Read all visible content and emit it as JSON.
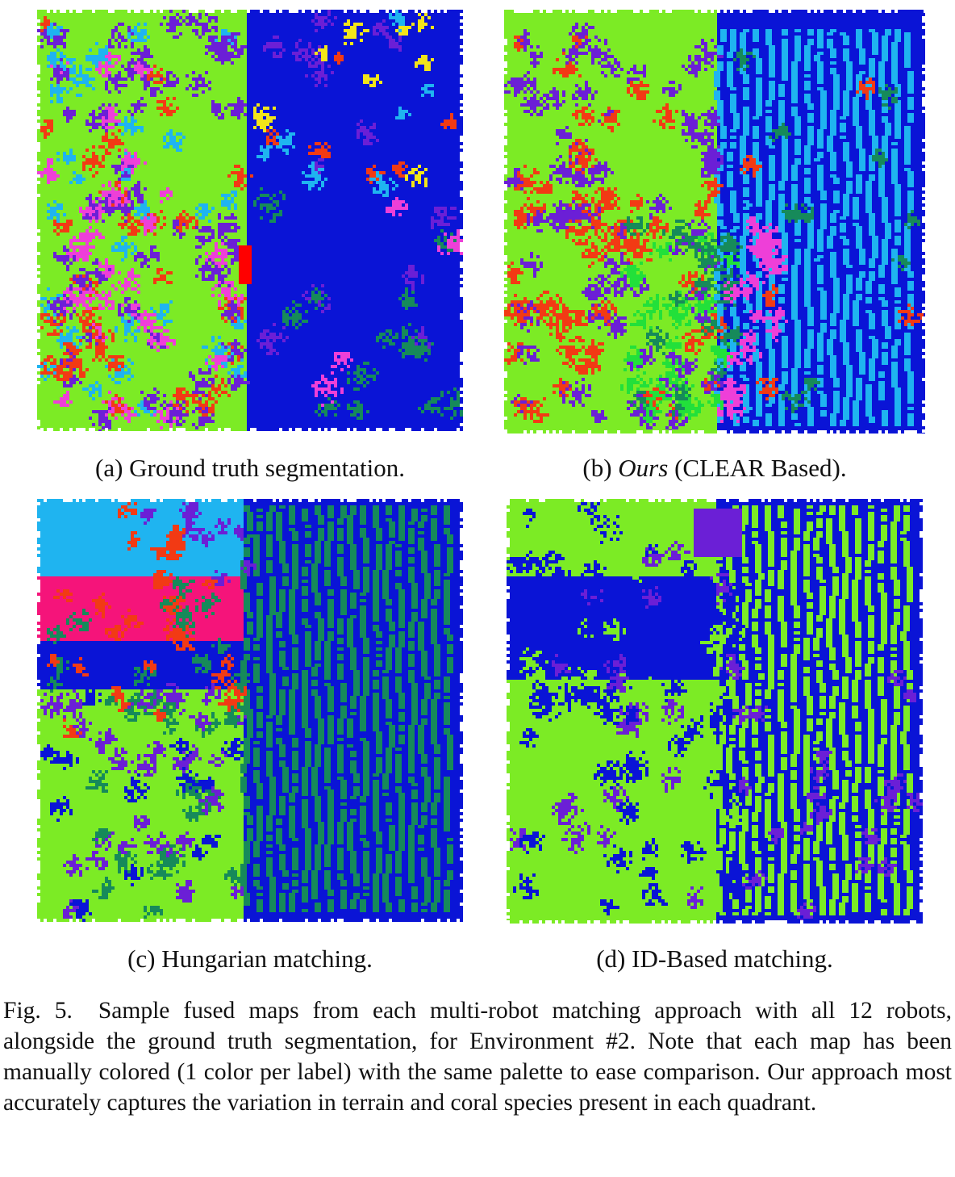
{
  "palette": {
    "lime": "#7CEB25",
    "blue": "#0A14D6",
    "purple": "#6B1FD6",
    "red": "#F23A14",
    "magenta": "#EE3FD8",
    "cyan": "#1FB4F0",
    "teal": "#168A5A",
    "yellow": "#F2E51A",
    "pink": "#F5147A",
    "green": "#22E03A"
  },
  "panels": [
    {
      "id": "a",
      "label": "(a)",
      "text": "Ground truth segmentation.",
      "italic": "",
      "rest": ""
    },
    {
      "id": "b",
      "label": "(b)",
      "text": "",
      "italic": "Ours",
      "rest": " (CLEAR Based)."
    },
    {
      "id": "c",
      "label": "(c)",
      "text": "Hungarian matching.",
      "italic": "",
      "rest": ""
    },
    {
      "id": "d",
      "label": "(d)",
      "text": "ID-Based matching.",
      "italic": "",
      "rest": ""
    }
  ],
  "caption": {
    "label": "Fig. 5.",
    "text": "Sample fused maps from each multi-robot matching approach with all 12 robots, alongside the ground truth segmentation, for Environment #2. Note that each map has been manually colored (1 color per label) with the same palette to ease comparison. Our approach most accurately captures the variation in terrain and coral species present in each quadrant."
  }
}
